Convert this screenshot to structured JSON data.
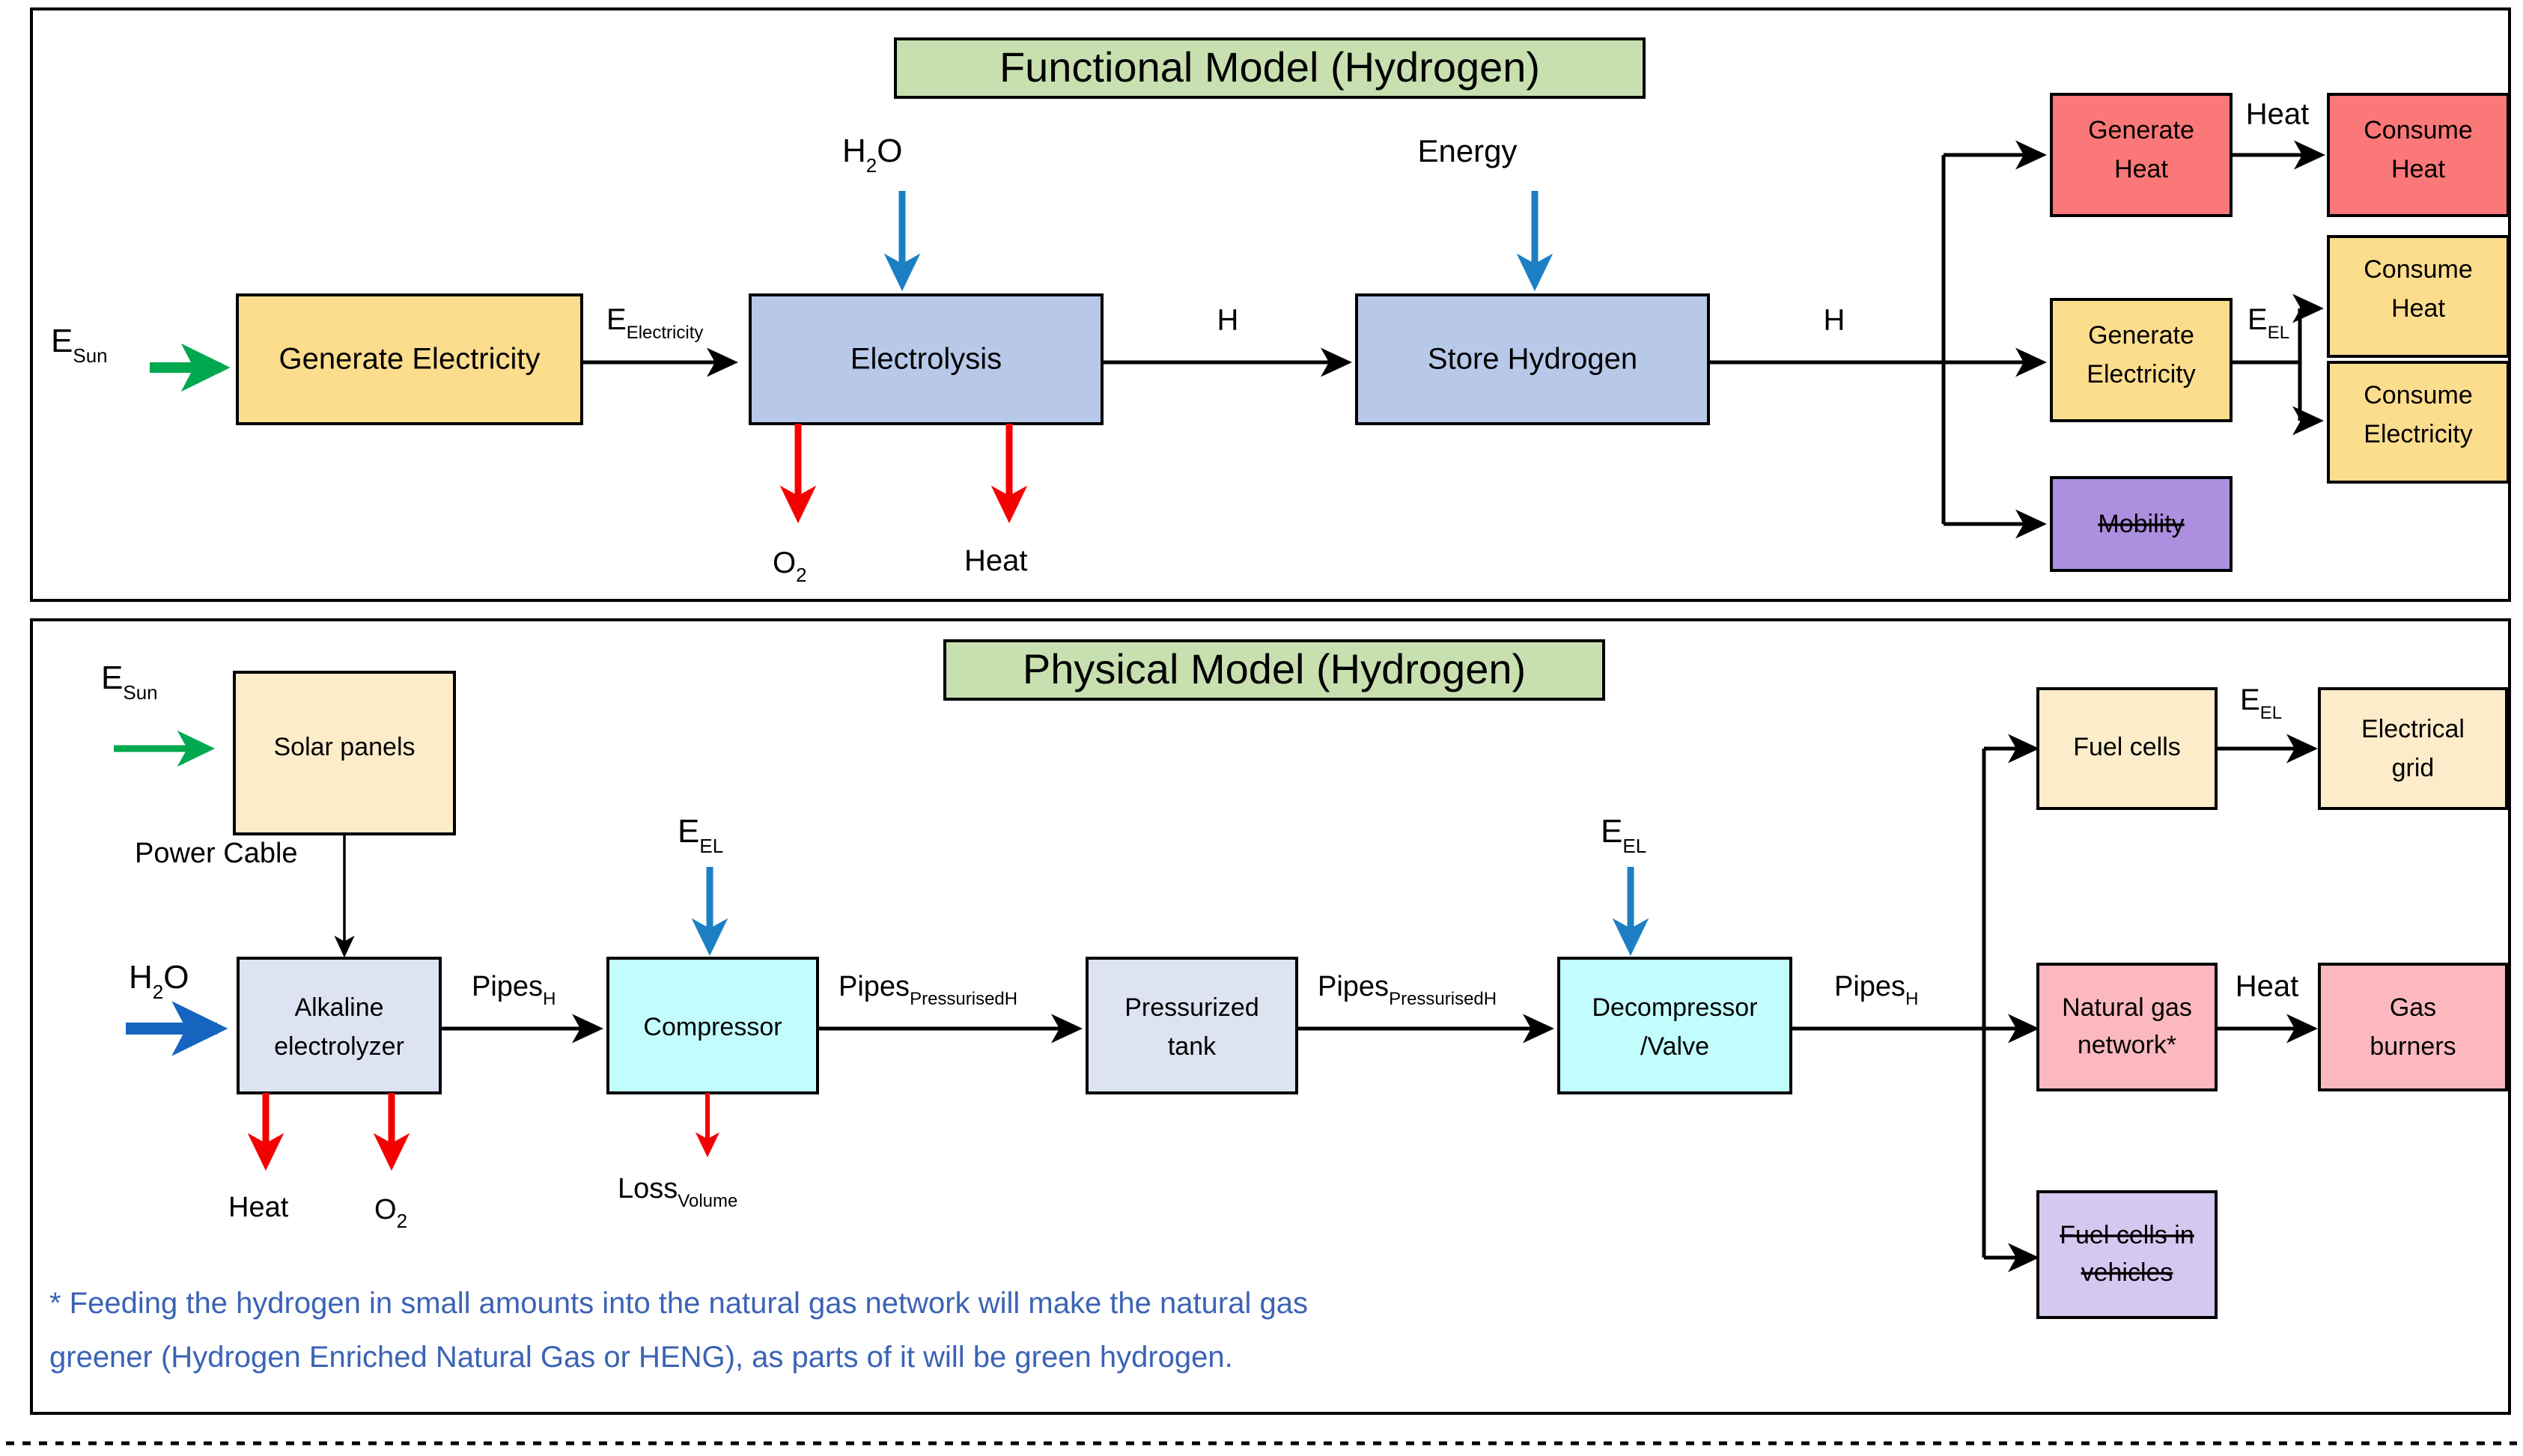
{
  "colors": {
    "green_banner": "#c8e0b0",
    "yellow_box": "#fbdd8d",
    "yellow_light_box": "#fcecca",
    "blue_grey_box": "#b8c8e8",
    "red_box": "#fa7878",
    "pink_box": "#fbb8bf",
    "purple_box": "#ad8fe0",
    "cyan_box": "#c2fcfd",
    "green_arrow": "#00a84f",
    "blue_arrow": "#1c7fc4",
    "red_arrow": "#f40000",
    "note_text": "#3b63b5",
    "border": "#000000"
  },
  "functional_model": {
    "title": "Functional Model (Hydrogen)",
    "inputs": [
      {
        "label_main": "E",
        "label_sub": "Sun",
        "arrow": "green-arrow-right"
      },
      {
        "label_main": "H",
        "label_sub": "2",
        "label_tail": "O",
        "arrow": "blue-arrow-down"
      },
      {
        "label_main": "Energy",
        "arrow": "blue-arrow-down"
      }
    ],
    "boxes": [
      {
        "id": "generate-electricity",
        "label": "Generate Electricity",
        "color": "#fbdd8d"
      },
      {
        "id": "electrolysis",
        "label": "Electrolysis",
        "color": "#b8c8e8"
      },
      {
        "id": "store-hydrogen",
        "label": "Store Hydrogen",
        "color": "#b8c8e8"
      },
      {
        "id": "generate-heat",
        "label_line1": "Generate",
        "label_line2": "Heat",
        "color": "#fa7878"
      },
      {
        "id": "consume-heat-red",
        "label_line1": "Consume",
        "label_line2": "Heat",
        "color": "#fa7878"
      },
      {
        "id": "generate-electricity-2",
        "label_line1": "Generate",
        "label_line2": "Electricity",
        "color": "#fbdd8d"
      },
      {
        "id": "consume-heat-yellow",
        "label_line1": "Consume",
        "label_line2": "Heat",
        "color": "#fbdd8d"
      },
      {
        "id": "consume-electricity",
        "label_line1": "Consume",
        "label_line2": "Electricity",
        "color": "#fbdd8d"
      },
      {
        "id": "mobility",
        "label": "Mobility",
        "color": "#ad8fe0",
        "struck_through": true
      }
    ],
    "flow_labels": [
      {
        "main": "E",
        "sub": "Electricity"
      },
      {
        "main": "H"
      },
      {
        "main": "H"
      },
      {
        "main": "Heat"
      },
      {
        "main": "E",
        "sub": "EL"
      }
    ],
    "outputs": [
      {
        "main": "O",
        "sub": "2"
      },
      {
        "main": "Heat"
      }
    ]
  },
  "physical_model": {
    "title": "Physical Model (Hydrogen)",
    "inputs": [
      {
        "label_main": "E",
        "label_sub": "Sun"
      },
      {
        "label_main": "H",
        "label_sub": "2",
        "label_tail": "O"
      },
      {
        "label_main": "E",
        "label_sub": "EL"
      },
      {
        "label_main": "E",
        "label_sub": "EL"
      },
      {
        "label_main": "E",
        "label_sub": "EL"
      }
    ],
    "boxes": [
      {
        "id": "solar-panels",
        "label": "Solar panels",
        "color": "#fcecca"
      },
      {
        "id": "alkaline-electrolyzer",
        "label_line1": "Alkaline",
        "label_line2": "electrolyzer",
        "color": "#dde3f2"
      },
      {
        "id": "compressor",
        "label": "Compressor",
        "color": "#c2fcfd"
      },
      {
        "id": "pressurized-tank",
        "label_line1": "Pressurized",
        "label_line2": "tank",
        "color": "#dde3f2"
      },
      {
        "id": "decompressor-valve",
        "label_line1": "Decompressor",
        "label_line2": "/Valve",
        "color": "#c2fcfd"
      },
      {
        "id": "fuel-cells",
        "label": "Fuel cells",
        "color": "#fcecca"
      },
      {
        "id": "electrical-grid",
        "label_line1": "Electrical",
        "label_line2": "grid",
        "color": "#fcecca"
      },
      {
        "id": "natural-gas-network",
        "label_line1": "Natural gas",
        "label_line2": "network*",
        "color": "#fbb8bf"
      },
      {
        "id": "gas-burners",
        "label_line1": "Gas",
        "label_line2": "burners",
        "color": "#fbb8bf"
      },
      {
        "id": "fuel-cells-in-vehicles",
        "label_line1": "Fuel cells in",
        "label_line2": "vehicles",
        "color": "#d5c8f0",
        "struck_through": true
      }
    ],
    "flow_labels": [
      {
        "main": "Power Cable"
      },
      {
        "main": "Pipes",
        "sub": "H"
      },
      {
        "main": "Pipes",
        "sub": "PressurisedH"
      },
      {
        "main": "Pipes",
        "sub": "PressurisedH"
      },
      {
        "main": "Pipes",
        "sub": "H"
      },
      {
        "main": "E",
        "sub": "EL"
      },
      {
        "main": "Heat"
      }
    ],
    "outputs": [
      {
        "main": "Heat"
      },
      {
        "main": "O",
        "sub": "2"
      },
      {
        "main": "Loss",
        "sub": "Volume"
      }
    ],
    "footnote_line1": "* Feeding the hydrogen in small amounts into the natural gas network will make the natural gas",
    "footnote_line2": "greener (Hydrogen Enriched Natural Gas or HENG), as parts of it will be green hydrogen."
  }
}
